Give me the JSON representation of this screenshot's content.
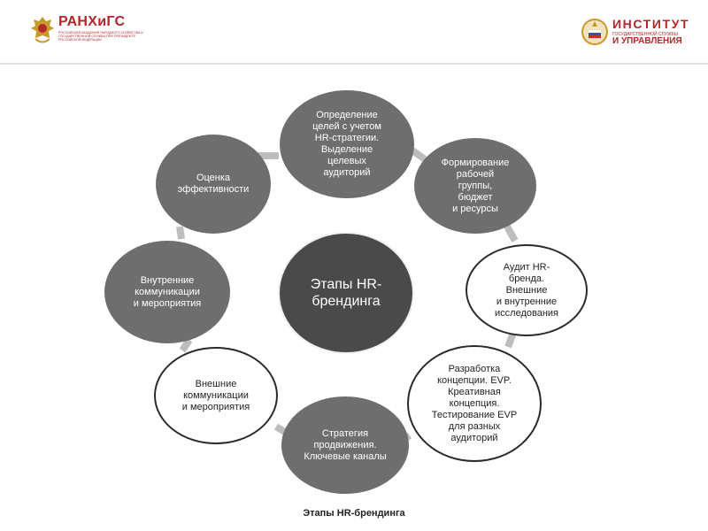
{
  "header": {
    "left_logo": {
      "title": "РАНХиГС",
      "subtitle": "РОССИЙСКАЯ АКАДЕМИЯ НАРОДНОГО ХОЗЯЙСТВА И ГОСУДАРСТВЕННОЙ СЛУЖБЫ ПРИ ПРЕЗИДЕНТЕ РОССИЙСКОЙ ФЕДЕРАЦИИ",
      "icon": "eagle-emblem-icon",
      "color": "#b3262a"
    },
    "right_logo": {
      "line1": "ИНСТИТУТ",
      "line2": "ГОСУДАРСТВЕННОЙ СЛУЖБЫ",
      "line3": "И УПРАВЛЕНИЯ",
      "icon": "institute-emblem-icon",
      "color": "#b3262a"
    }
  },
  "diagram": {
    "center": "Этапы HR-\nбрендинга",
    "nodes": [
      "Определение\nцелей с учетом\nHR-стратегии.\nВыделение\nцелевых\nаудиторий",
      "Формирование\nрабочей\nгруппы,\nбюджет\nи ресурсы",
      "Аудит HR-\nбренда.\nВнешние\nи внутренние\nисследования",
      "Разработка\nконцепции. EVP.\nКреативная\nконцепция.\nТестирование EVP\nдля разных\nаудиторий",
      "Стратегия\nпродвижения.\nКлючевые каналы",
      "Внешние\nкоммуникации\nи мероприятия",
      "Внутренние\nкоммуникации\nи мероприятия",
      "Оценка\nэффективности"
    ],
    "colors": {
      "dark_node": "#6e6e6e",
      "light_node": "#ffffff",
      "center_node": "#4a4a4a",
      "connector": "#bdbdbd"
    }
  },
  "caption": "Этапы HR-брендинга"
}
